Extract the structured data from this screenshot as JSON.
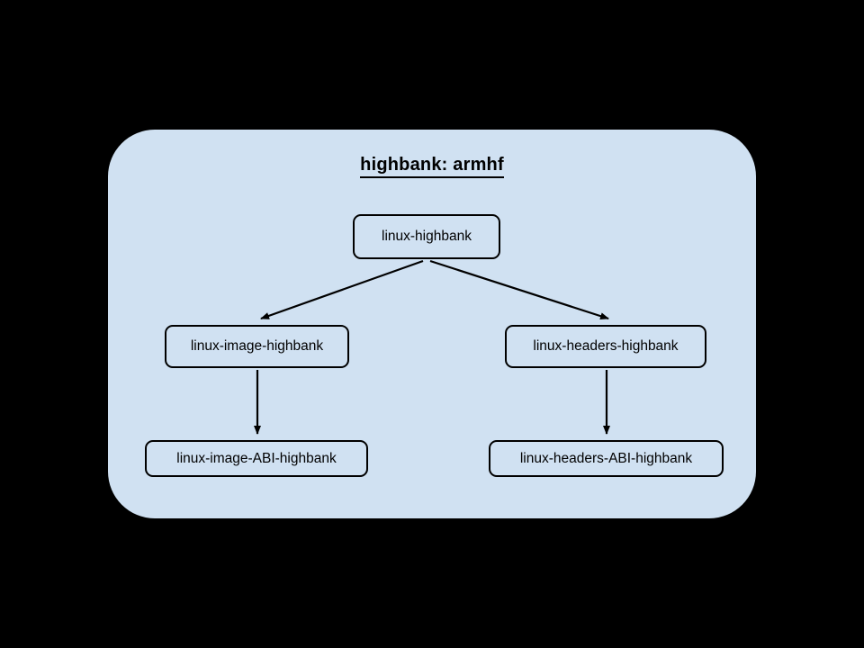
{
  "canvas": {
    "background_color": "#000000",
    "panel_color": "#d0e1f2",
    "line_color": "#000000"
  },
  "panel": {
    "title": "highbank: armhf"
  },
  "diagram": {
    "type": "dependency-tree",
    "nodes": [
      {
        "id": "root",
        "label": "linux-highbank"
      },
      {
        "id": "image",
        "label": "linux-image-highbank"
      },
      {
        "id": "headers",
        "label": "linux-headers-highbank"
      },
      {
        "id": "image-abi",
        "label": "linux-image-ABI-highbank"
      },
      {
        "id": "headers-abi",
        "label": "linux-headers-ABI-highbank"
      }
    ],
    "edges": [
      {
        "from": "root",
        "to": "image",
        "style": "arrow"
      },
      {
        "from": "root",
        "to": "headers",
        "style": "arrow"
      },
      {
        "from": "image",
        "to": "image-abi",
        "style": "arrow"
      },
      {
        "from": "headers",
        "to": "headers-abi",
        "style": "arrow"
      }
    ]
  }
}
